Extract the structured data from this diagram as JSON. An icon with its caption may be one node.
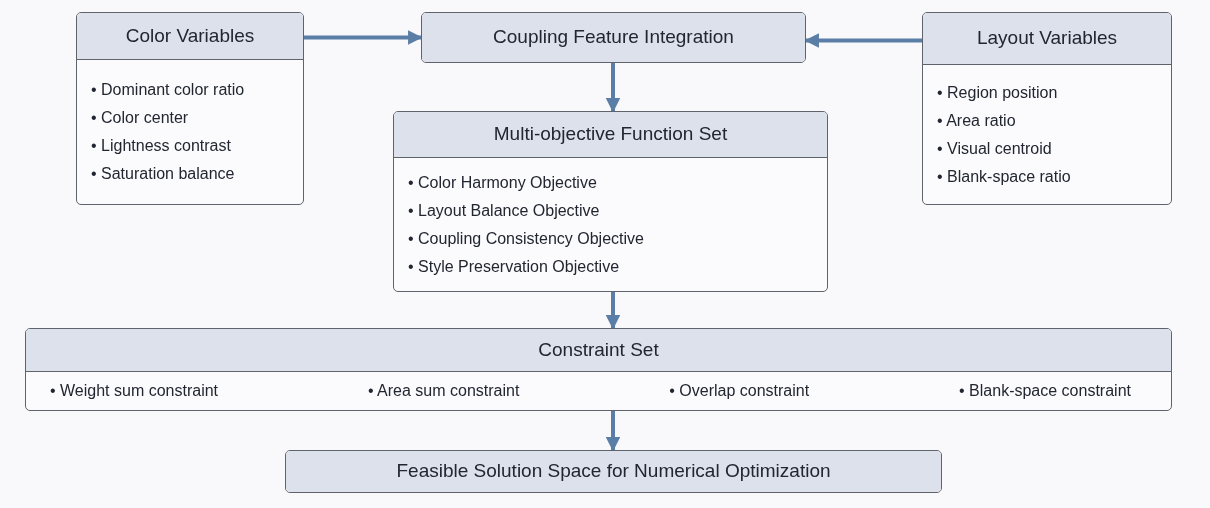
{
  "diagram": {
    "nodes": [
      {
        "text": [
          "Color Variables",
          "• Dominant color ratio",
          "• Color center",
          "• Lightness contrast",
          "• Saturation balance"
        ]
      },
      {
        "text": [
          "Coupling Feature Integration"
        ]
      },
      {
        "text": [
          "Layout Variables",
          "• Region position",
          "• Area ratio",
          "• Visual centroid",
          "• Blank-space ratio"
        ]
      },
      {
        "text": [
          "Multi-objective Function Set",
          "• Color Harmony Objective",
          "• Layout Balance Objective",
          "• Coupling Consistency Objective",
          "• Style Preservation Objective"
        ]
      },
      {
        "text": [
          "Constraint Set",
          "• Weight sum constraint",
          "• Area sum constraint",
          "• Overlap constraint",
          "• Blank-space constraint"
        ]
      },
      {
        "text": [
          "Feasible Solution Space for Numerical Optimization"
        ]
      }
    ],
    "edges": [
      {
        "from": 0,
        "to": 1,
        "arrow": "to"
      },
      {
        "from": 2,
        "to": 1,
        "arrow": "to"
      },
      {
        "from": 1,
        "to": 3,
        "arrow": "to"
      },
      {
        "from": 3,
        "to": 4,
        "arrow": "to"
      },
      {
        "from": 4,
        "to": 5,
        "arrow": "to"
      }
    ]
  }
}
